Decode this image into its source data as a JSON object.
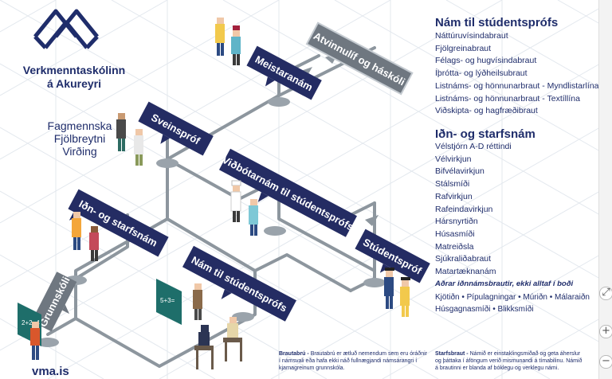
{
  "school": {
    "name_line1": "Verkmenntaskólinn",
    "name_line2": "á Akureyri",
    "motto": [
      "Fagmennska",
      "Fjölbreytni",
      "Virðing"
    ],
    "url": "vma.is"
  },
  "path_signs": {
    "grunnskoli": "Grunnskóli",
    "idn_starfsnam": "Iðn- og starfsnám",
    "sveinsprof": "Sveinspróf",
    "meistaranam": "Meistaranám",
    "atvinnulif": "Atvinnulíf og háskóli",
    "vidbotarnam": "Viðbótarnám til stúdentsprófs",
    "nam_studentsprofs": "Nám til stúdentsprófs",
    "studentsprof": "Stúdentspróf"
  },
  "boards": {
    "left": "2+2=4",
    "mid": "5+3="
  },
  "lists": {
    "studentsprof_heading": "Nám til stúdentsprófs",
    "studentsprof_items": [
      "Náttúruvísindabraut",
      "Fjölgreinabraut",
      "Félags- og hugvísindabraut",
      "Íþrótta- og lýðheilsubraut",
      "Listnáms- og hönnunarbraut - Myndlistarlína",
      "Listnáms- og hönnunarbraut - Textíllína",
      "Viðskipta- og hagfræðibraut"
    ],
    "idn_heading": "Iðn- og starfsnám",
    "idn_items": [
      "Vélstjórn A-D réttindi",
      "Vélvirkjun",
      "Bifvélavirkjun",
      "Stálsmíði",
      "Rafvirkjun",
      "Rafeindavirkjun",
      "Hársnyrtiðn",
      "Húsasmíði",
      "Matreiðsla",
      "Sjúkraliðabraut",
      "Matartæknanám"
    ],
    "other_heading": "Aðrar iðnnámsbrautir, ekki alltaf í boði",
    "other_body": "Kjötiðn • Pípulagningar • Múriðn • Málaraiðn Húsgagnasmíði • Blikksmíði"
  },
  "notes": {
    "brautabru_label": "Brautabrú -",
    "brautabru_text": "Brautabrú er ætluð nemendum sem eru óráðnir í námsvali eða hafa ekki náð fullnægjandi námsárangri í kjarnagreinum grunnskóla.",
    "starfsbraut_label": "Starfsbraut -",
    "starfsbraut_text": "Námið er einstaklingsmiðað og geta áherslur og þáttaka í áföngum verið mismunandi á tímabilinu. Námið á brautinni er blanda af bóklegu og verklegu námi."
  },
  "viewer_controls": {
    "top_icon": "expand-icon",
    "plus_icon": "zoom-in-icon",
    "minus_icon": "zoom-out-icon",
    "plus_label": "+",
    "minus_label": "−",
    "top_label": "⤢"
  },
  "colors": {
    "navy": "#1f2d6b",
    "sign_dark": "#242c63",
    "sign_gray": "#6f7780",
    "road": "#8d969e",
    "grid": "#dfe5ec",
    "board_teal": "#1e6e6a"
  }
}
